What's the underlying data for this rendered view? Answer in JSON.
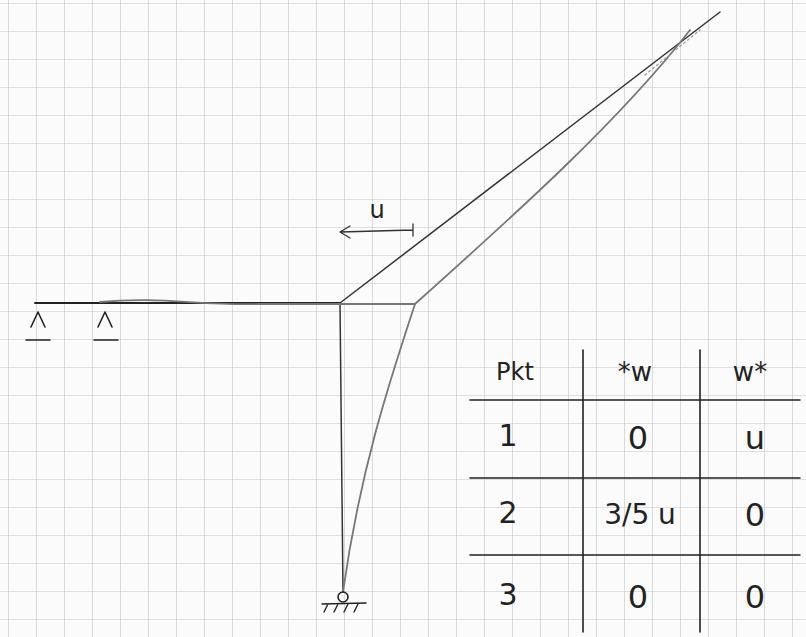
{
  "diagram": {
    "labels": [
      "u",
      "Pkt",
      "*w",
      "w*",
      "1",
      "0",
      "u",
      "2",
      "3/5 u",
      "0",
      "3",
      "0",
      "0"
    ]
  }
}
